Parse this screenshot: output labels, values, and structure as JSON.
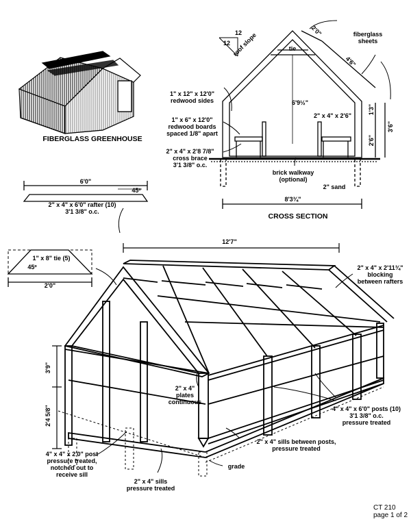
{
  "titles": {
    "greenhouse": "FIBERGLASS GREENHOUSE",
    "cross_section": "CROSS SECTION"
  },
  "roof_slope": {
    "rise": "12",
    "run": "12",
    "label": "roof slope"
  },
  "cross_section_labels": {
    "tie": "tie",
    "width_2_0": "2'0\"",
    "width_4_6": "4'6\"",
    "fiberglass": "fiberglass\nsheets",
    "height_6_9": "6'9½\"",
    "dim_1_3": "1'3\"",
    "dim_2_6": "2'6\"",
    "dim_3_6": "3'6\"",
    "redwood_sides": "1\" x 12\" x 12'0\"\nredwood sides",
    "redwood_boards": "1\" x 6\" x 12'0\"\nredwood boards\nspaced 1/8\" apart",
    "stud_2x4_26": "2\" x 4\" x 2'6\"",
    "cross_brace": "2\" x 4\" x 2'8 7/8\"\ncross brace\n3'1 3/8\" o.c.",
    "brick_walkway": "brick walkway\n(optional)",
    "sand": "2\" sand",
    "width_8_3": "8'3¾\""
  },
  "rafter": {
    "length": "6'0\"",
    "angle": "45º",
    "label": "2\" x 4\" x 6'0\" rafter (10)\n3'1 3/8\" o.c."
  },
  "tie_part": {
    "label": "1\" x 8\" tie (5)",
    "angle": "45º",
    "width": "2'0\""
  },
  "frame_labels": {
    "length_12_7": "12'7\"",
    "blocking": "2\" x 4\" x 2'11¾\"\nblocking\nbetween rafters",
    "height_3_9": "3'9\"",
    "height_2_4": "2'4 5/8\"",
    "plates": "2\" x 4\"\nplates\ncontinuous",
    "posts": "4\" x 4\" x 6'0\" posts (10)\n3'1 3/8\" o.c.\npressure treated",
    "sills_between": "2\" x 4\" sills between posts,\npressure treated",
    "post_treated": "4\" x 4\" x 2'0\" post\npressure treated,\nnotched out to\nreceive sill",
    "grade": "grade",
    "sills": "2\" x 4\" sills\npressure treated"
  },
  "footer": {
    "code": "CT 210",
    "page": "page 1 of 2"
  }
}
